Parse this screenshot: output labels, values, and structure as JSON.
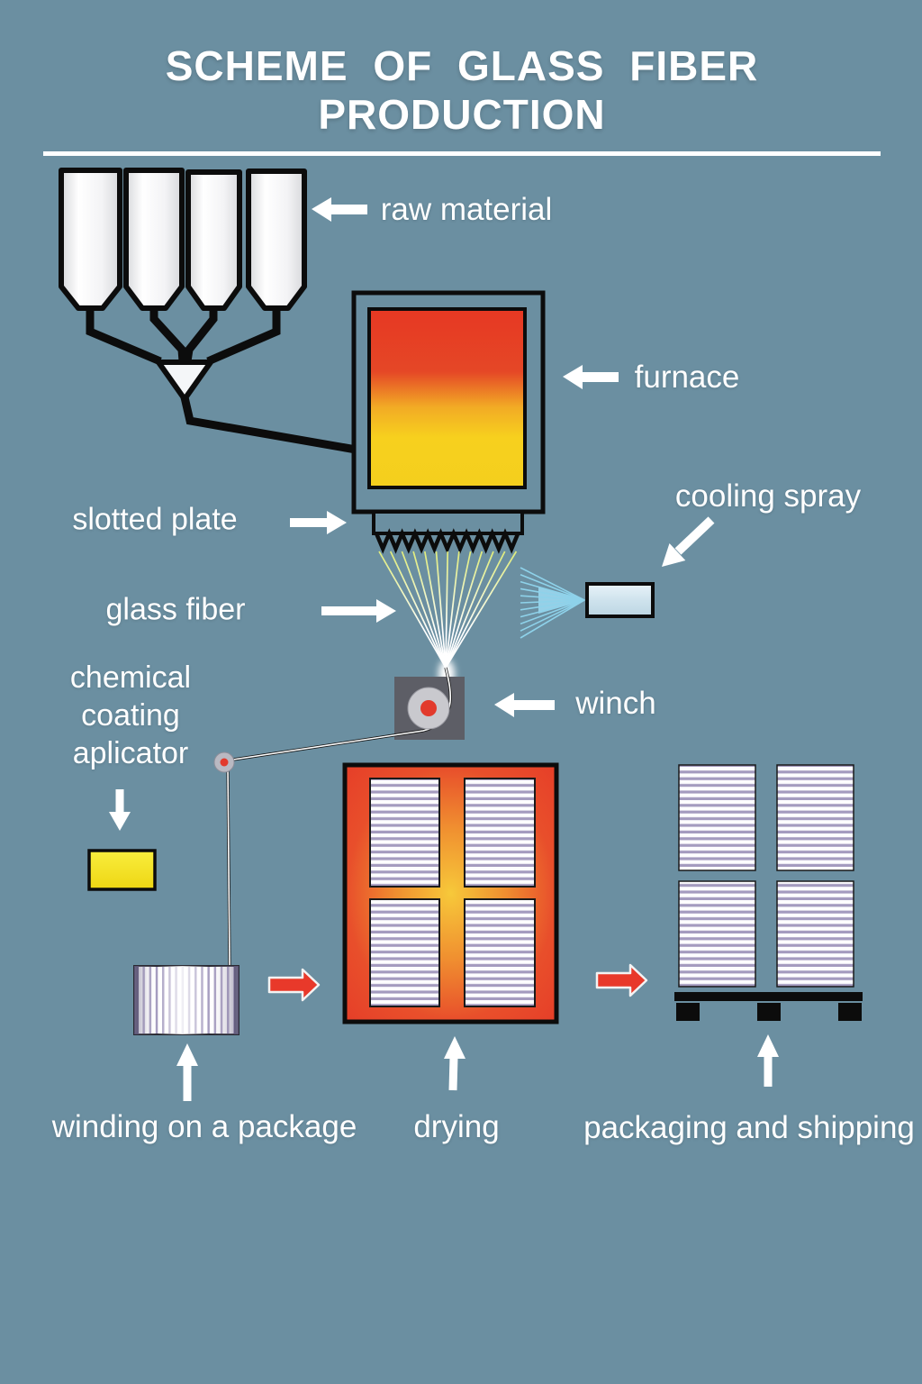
{
  "title": "SCHEME OF GLASS FIBER PRODUCTION",
  "labels": {
    "raw_material": "raw material",
    "furnace": "furnace",
    "slotted_plate": "slotted plate",
    "glass_fiber": "glass fiber",
    "cooling_spray": "cooling spray",
    "winch": "winch",
    "chemical_coating": "chemical\ncoating\naplicator",
    "winding": "winding on a package",
    "drying": "drying",
    "packaging": "packaging and shipping"
  },
  "colors": {
    "background": "#6b8fa1",
    "label_text": "#ffffff",
    "outline_black": "#0c0c0c",
    "furnace_top_red": "#e63823",
    "furnace_bottom_yellow": "#f7d01e",
    "oven_red": "#e8432a",
    "oven_glow_gold": "#f7c93a",
    "spray_blue": "#8ed2ea",
    "nozzle_fill": "#cfe3ed",
    "applicator_yellow": "#f5e51f",
    "flow_arrow_red": "#e8392a",
    "stripe_lavender": "#a49bbf",
    "winch_gray": "#5d5e66",
    "pulley_center_red": "#e23a2c"
  }
}
